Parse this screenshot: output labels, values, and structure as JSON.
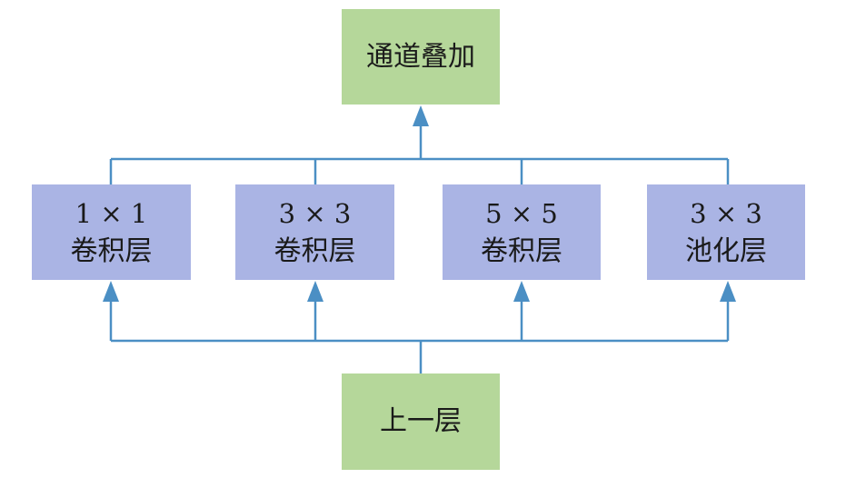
{
  "colors": {
    "connector": "#4b8fc4",
    "box_green": "#b5d79a",
    "box_blue": "#aab4e4",
    "text": "#1a1a1a"
  },
  "top_node": {
    "label": "通道叠加"
  },
  "bottom_node": {
    "label": "上一层"
  },
  "branches": [
    {
      "line1": "1 × 1",
      "line2": "卷积层"
    },
    {
      "line1": "3 × 3",
      "line2": "卷积层"
    },
    {
      "line1": "5 × 5",
      "line2": "卷积层"
    },
    {
      "line1": "3 × 3",
      "line2": "池化层"
    }
  ]
}
